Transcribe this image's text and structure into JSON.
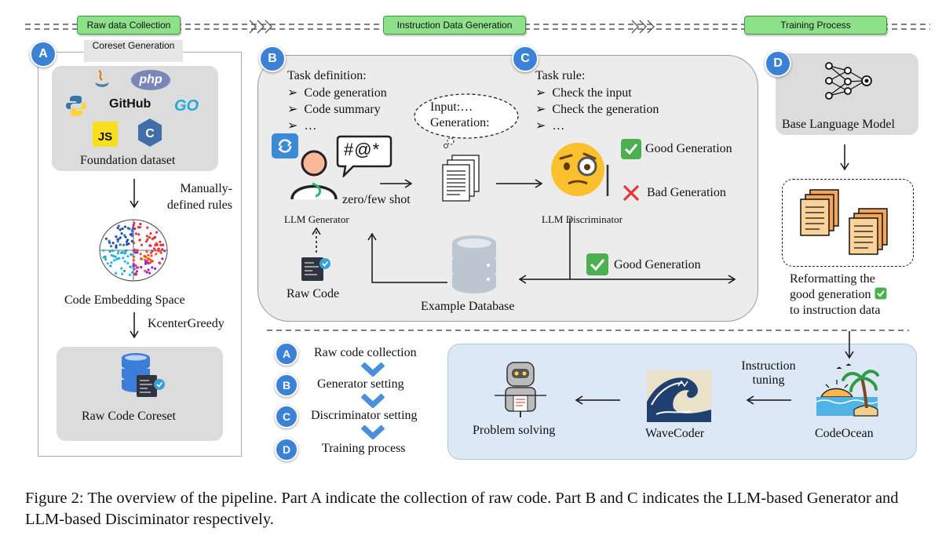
{
  "stages": {
    "raw_data_collection": "Raw data Collection",
    "instruction_data_generation": "Instruction Data Generation",
    "training_process": "Training Process"
  },
  "badges": {
    "a": "A",
    "b": "B",
    "c": "C",
    "d": "D"
  },
  "part_a": {
    "coreset_generation": "Coreset Generation",
    "logos": {
      "php": "php",
      "github": "GitHub",
      "go": "GO",
      "js": "JS"
    },
    "foundation_dataset": "Foundation dataset",
    "manually_defined_rules": "Manually-defined rules",
    "code_embedding_space": "Code Embedding Space",
    "kcenter_greedy": "KcenterGreedy",
    "raw_code_coreset": "Raw Code Coreset"
  },
  "part_b": {
    "task_definition_title": "Task definition:",
    "task_definition_items": [
      "Code generation",
      "Code summary",
      "…"
    ],
    "speech_symbols": "#@*",
    "zero_few_shot": "zero/few shot",
    "llm_generator": "LLM Generator",
    "raw_code": "Raw Code",
    "thought_input": "Input:…",
    "thought_generation": "Generation:",
    "example_database": "Example Database"
  },
  "part_c": {
    "task_rule_title": "Task rule:",
    "task_rule_items": [
      "Check the input",
      "Check the generation",
      "…"
    ],
    "good_generation": "Good Generation",
    "bad_generation": "Bad Generation",
    "llm_discriminator": "LLM Discriminator",
    "good_generation_bottom": "Good Generation"
  },
  "part_d": {
    "base_language_model": "Base Language Model",
    "reformatting": [
      "Reformatting the",
      "good generation",
      "to instruction data"
    ]
  },
  "legend": [
    {
      "badge": "A",
      "label": "Raw code collection"
    },
    {
      "badge": "B",
      "label": "Generator setting"
    },
    {
      "badge": "C",
      "label": "Discriminator setting"
    },
    {
      "badge": "D",
      "label": "Training process"
    }
  ],
  "training_flow": {
    "instruction_tuning": "Instruction tuning",
    "problem_solving": "Problem solving",
    "wavecoder": "WaveCoder",
    "codeocean": "CodeOcean"
  },
  "caption": "Figure 2: The overview of the pipeline. Part A indicate the collection of raw code. Part B and C indicates the LLM-based Generator and LLM-based Disciminator respectively.",
  "colors": {
    "stage_green": "#8ee08a",
    "badge_blue": "#3b82d6",
    "panel_gray": "#dcdcdc",
    "panel_blue": "#dce8f5",
    "check_green": "#4caf50",
    "cross_red": "#e53935"
  }
}
